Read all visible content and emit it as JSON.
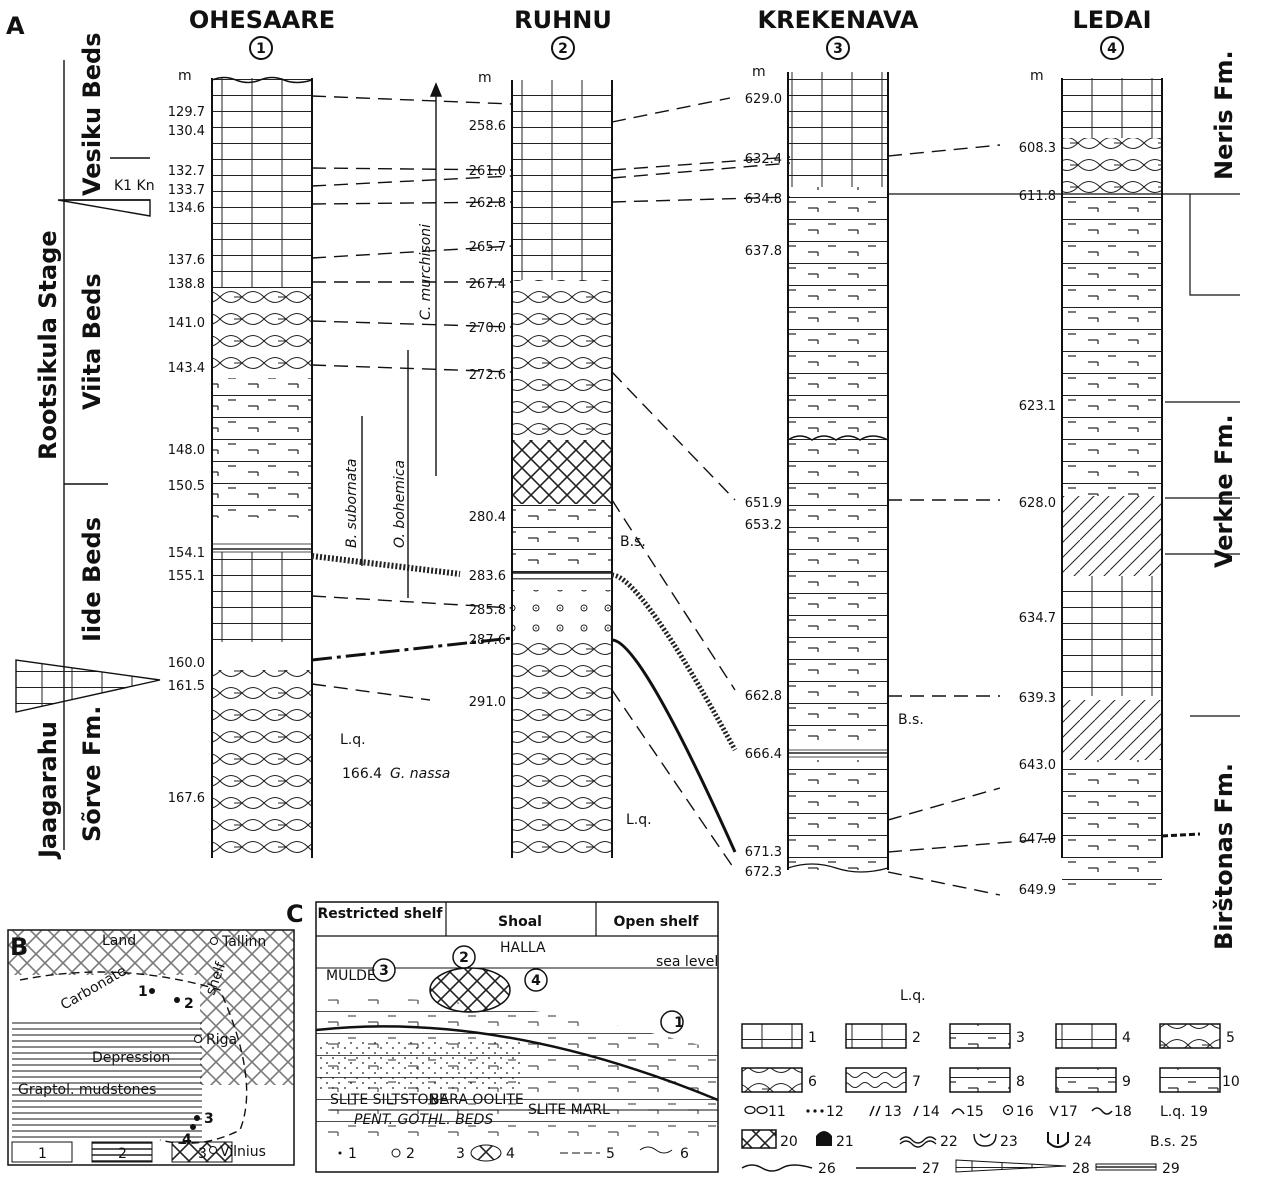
{
  "panel_a": {
    "letter": "A",
    "units": "m",
    "sections": [
      {
        "name": "OHESAARE",
        "num": "1",
        "depths": [
          "129.7",
          "130.4",
          "132.7",
          "133.7",
          "134.6",
          "137.6",
          "138.8",
          "141.0",
          "143.4",
          "148.0",
          "150.5",
          "154.1",
          "155.1",
          "160.0",
          "161.5",
          "167.6"
        ]
      },
      {
        "name": "RUHNU",
        "num": "2",
        "depths": [
          "258.6",
          "261.0",
          "262.8",
          "265.7",
          "267.4",
          "270.0",
          "272.6",
          "280.4",
          "283.6",
          "285.8",
          "287.6",
          "291.0"
        ]
      },
      {
        "name": "KREKENAVA",
        "num": "3",
        "depths": [
          "629.0",
          "632.4",
          "634.8",
          "637.8",
          "651.9",
          "653.2",
          "662.8",
          "666.4",
          "671.3",
          "672.3"
        ]
      },
      {
        "name": "LEDAI",
        "num": "4",
        "depths": [
          "608.3",
          "611.8",
          "623.1",
          "628.0",
          "634.7",
          "639.3",
          "643.0",
          "647.0",
          "649.9"
        ]
      }
    ],
    "stages": {
      "rootsikula": "Rootsikula Stage",
      "jaagarahu": "Jaagarahu"
    },
    "beds": {
      "vesiku": "Vesiku Beds",
      "viita": "Viita Beds",
      "iide": "Iide Beds",
      "sorve": "Sõrve Fm."
    },
    "formations": {
      "neris": "Neris Fm.",
      "verkne": "Verkne Fm.",
      "birstonas": "Birštonas Fm."
    },
    "kk_label": "K1 Kn",
    "taxa": {
      "c_murchisoni": "C. murchisoni",
      "o_bohemica": "O. bohemica",
      "b_subornata": "B. subornata",
      "g_nassa": "G. nassa"
    },
    "g_nassa_depth": "166.4",
    "lq": "L.q.",
    "bs": "B.s."
  },
  "panel_b": {
    "letter": "B",
    "labels": {
      "land": "Land",
      "carbonate": "Carbonate",
      "shelf": "shelf",
      "depression": "Depression",
      "graptol": "Graptol. mudstones"
    },
    "cities": [
      "Tallinn",
      "Riga",
      "Vilnius"
    ],
    "points": [
      "1",
      "2",
      "3",
      "4"
    ],
    "legend": [
      "1",
      "2",
      "3"
    ]
  },
  "panel_c": {
    "letter": "C",
    "headers": [
      "Restricted shelf",
      "Shoal",
      "Open shelf"
    ],
    "labels": {
      "mulde": "MULDE",
      "halla": "HALLA",
      "sea_level": "sea level",
      "slite_siltstone": "SLITE SILTSTONE",
      "bara_oolite": "BARA OOLITE",
      "pent_goth": "PENT. GOTHL. BEDS",
      "slite_marl": "SLITE MARL"
    },
    "points": [
      "1",
      "2",
      "3",
      "4"
    ],
    "legend": [
      "1",
      "2",
      "3",
      "4",
      "5",
      "6"
    ]
  },
  "legend": {
    "boxes": [
      "1",
      "2",
      "3",
      "4",
      "5",
      "6",
      "7",
      "8",
      "9",
      "10"
    ],
    "row1": [
      "11",
      "12",
      "13",
      "14",
      "15",
      "16",
      "17",
      "18"
    ],
    "lq19": "L.q. 19",
    "row2": [
      "20",
      "21",
      "22",
      "23",
      "24"
    ],
    "bs25": "B.s. 25",
    "row3": [
      "26",
      "27",
      "28",
      "29"
    ]
  }
}
